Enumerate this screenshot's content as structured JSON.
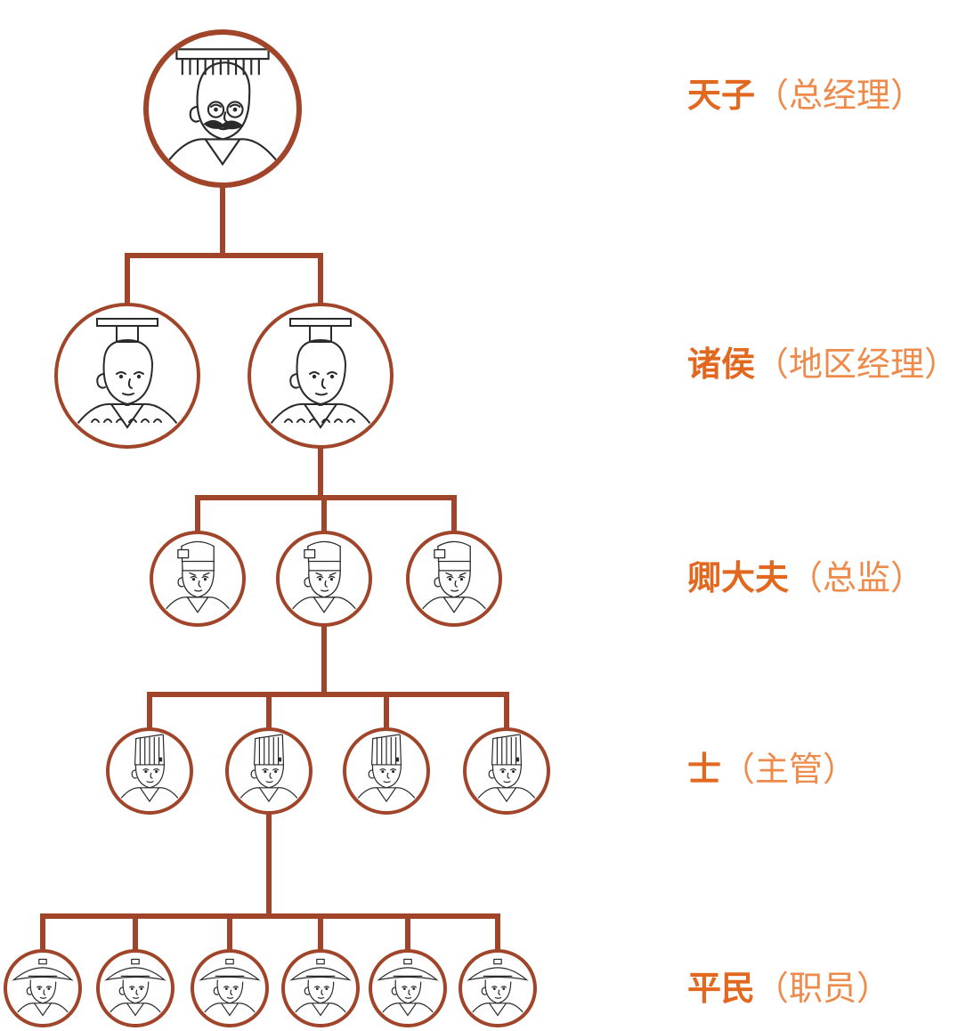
{
  "colors": {
    "line": "#a0452a",
    "accent": "#e2671f",
    "accent_light": "#ee8a4a",
    "skin": "#ffffff",
    "ink": "#2a2a2a"
  },
  "ranks": [
    {
      "title": "天子",
      "role": "（总经理）",
      "count": 1,
      "icon": "emperor-portrait"
    },
    {
      "title": "诸侯",
      "role": "（地区经理）",
      "count": 2,
      "icon": "lord-portrait"
    },
    {
      "title": "卿大夫",
      "role": "（总监）",
      "count": 3,
      "icon": "minister-portrait"
    },
    {
      "title": "士",
      "role": "（主管）",
      "count": 4,
      "icon": "scholar-portrait"
    },
    {
      "title": "平民",
      "role": "（职员）",
      "count": 6,
      "icon": "commoner-portrait"
    }
  ]
}
